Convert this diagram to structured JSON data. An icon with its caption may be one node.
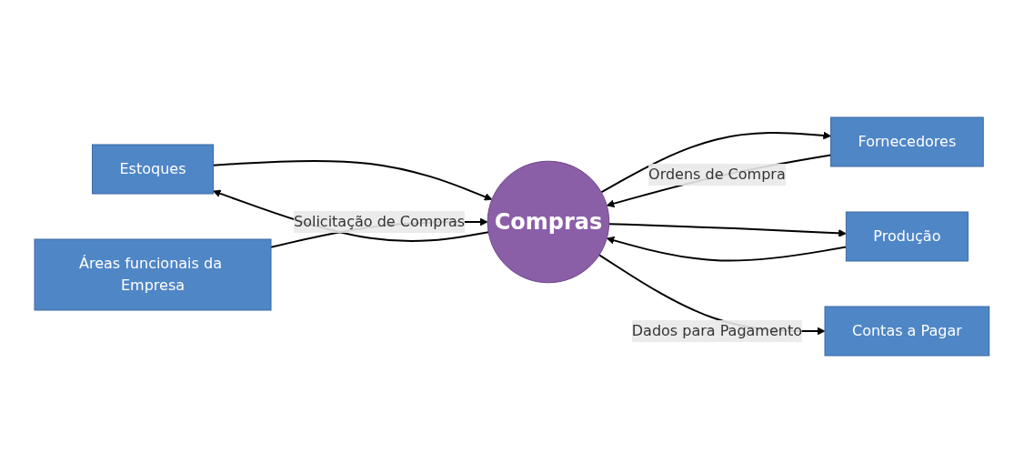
{
  "diagram": {
    "nodes": [
      {
        "text": [
          "Estoques"
        ]
      },
      {
        "text": [
          "Fornecedores"
        ]
      },
      {
        "text": [
          "Compras"
        ]
      },
      {
        "text": [
          "Produção"
        ]
      },
      {
        "text": [
          "Contas a Pagar"
        ]
      },
      {
        "text": [
          "Áreas funcionais da Empresa"
        ]
      }
    ],
    "edges": [
      {
        "from": 0,
        "to": 2,
        "arrow": "to"
      },
      {
        "from": 2,
        "to": 0,
        "arrow": "to"
      },
      {
        "from": 1,
        "to": 2,
        "arrow": "to",
        "label": "Ordens de Compra"
      },
      {
        "from": 2,
        "to": 1,
        "arrow": "to"
      },
      {
        "from": 2,
        "to": 3,
        "arrow": "to"
      },
      {
        "from": 3,
        "to": 2,
        "arrow": "to"
      },
      {
        "from": 2,
        "to": 4,
        "arrow": "to",
        "label": "Dados para Pagamento"
      },
      {
        "from": 5,
        "to": 2,
        "arrow": "to",
        "label": "Solicitação de Compras"
      }
    ]
  }
}
